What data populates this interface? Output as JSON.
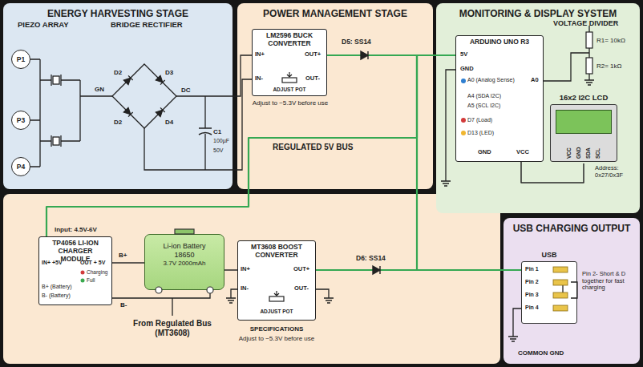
{
  "diagram": {
    "nodes": [
      {
        "text": [
          "ENERGY HARVESTING STAGE"
        ]
      },
      {
        "text": [
          "P1"
        ],
        "in": 0
      },
      {
        "text": [
          "P3"
        ],
        "in": 0
      },
      {
        "text": [
          "P4"
        ],
        "in": 0
      },
      {
        "text": [
          "POWER MANAGEMENT STAGE"
        ]
      },
      {
        "text": [
          "LM2596 BUCK CONVERTER"
        ],
        "in": 4
      },
      {
        "text": [
          "MONITORING & DISPLAY SYSTEM"
        ]
      },
      {
        "text": [
          "ARDUINO UNO R3"
        ],
        "in": 6
      },
      {
        "text": [
          "16x2 I2C LCD"
        ],
        "in": 6
      },
      {
        "text": [
          "TP4056 LI-ION CHARGER MODULE"
        ]
      },
      {
        "text": [
          "Li-ion Battery 18650",
          "3.7V 2000mAh"
        ]
      },
      {
        "text": [
          "MT3608 BOOST CONVERTER"
        ]
      },
      {
        "text": [
          "USB CHARGING OUTPUT"
        ]
      },
      {
        "text": [
          "USB"
        ],
        "in": 12
      }
    ],
    "edges": [
      {
        "from": 5,
        "to": 7,
        "arrow": "none"
      },
      {
        "from": 5,
        "to": 9,
        "arrow": "none"
      },
      {
        "from": 5,
        "to": 13,
        "arrow": "none"
      },
      {
        "from": 9,
        "to": 10,
        "arrow": "none"
      },
      {
        "from": 10,
        "to": 11,
        "arrow": "none"
      },
      {
        "from": 11,
        "to": 13,
        "arrow": "none"
      },
      {
        "from": 7,
        "to": 8,
        "arrow": "none"
      }
    ],
    "labels": [
      "PIEZO ARRAY",
      "BRIDGE RECTIFIER",
      "D2",
      "D3",
      "GN",
      "D2",
      "D4",
      "DC",
      "C1",
      "100µF",
      "50V",
      "IN+",
      "IN-",
      "OUT+",
      "OUT-",
      "ADJUST POT",
      "Adjust to ~5.3V before use",
      "D5: SS14",
      "REGULATED 5V BUS",
      "5V",
      "GND",
      "A0 (Analog Sense)",
      "A4 (SDA I2C)",
      "A5 (SCL I2C)",
      "D7 (Load)",
      "D13 (LED)",
      "A0",
      "GND",
      "VCC",
      "VOLTAGE DIVIDER",
      "R1= 10kΩ",
      "R2= 1kΩ",
      "VCC",
      "GND",
      "SDA",
      "SCL",
      "Address: 0x27/0x3F",
      "Input: 4.5V-6V",
      "IN+ +5V",
      "OUT + 5V",
      "B+ (Battery)",
      "B- (Battery)",
      "Charging",
      "Full",
      "B+",
      "B-",
      "From Regulated Bus (MT3608)",
      "IN+",
      "IN-",
      "OUT+",
      "OUT-",
      "ADJUST POT",
      "SPECIFICATIONS",
      "Adjust to ~5.3V before use",
      "D6: SS14",
      "Pin 1",
      "Pin 2",
      "Pin 3",
      "Pin 4",
      "Pin 2- Short & D together for fast charging",
      "COMMON GND"
    ]
  }
}
